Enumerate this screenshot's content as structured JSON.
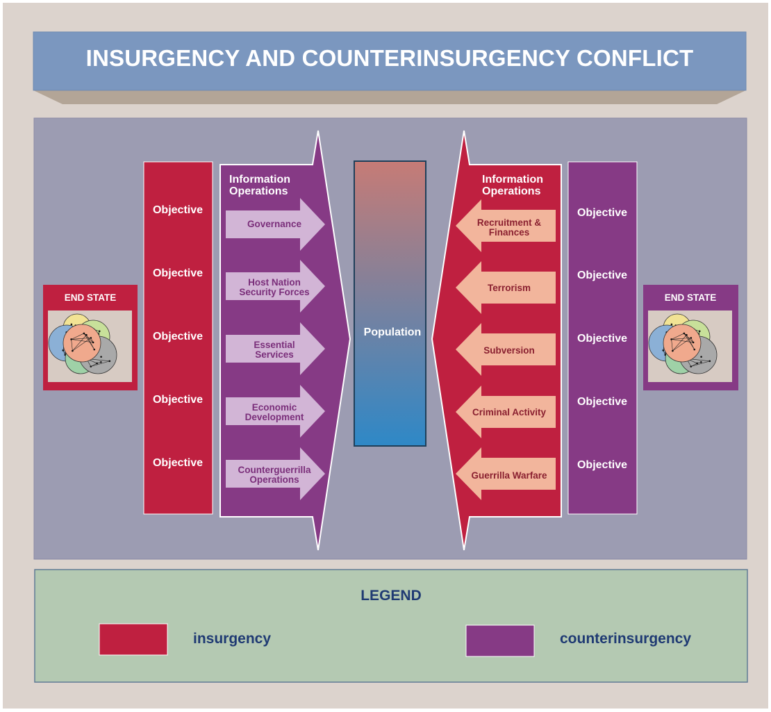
{
  "title": "INSURGENCY AND COUNTERINSURGENCY CONFLICT",
  "population_label": "Population",
  "left": {
    "end_state_label": "END STATE",
    "objectives": [
      "Objective",
      "Objective",
      "Objective",
      "Objective",
      "Objective"
    ],
    "info_ops_label": "Information\nOperations",
    "lines_of_operation": [
      "Governance",
      "Host Nation\nSecurity Forces",
      "Essential\nServices",
      "Economic\nDevelopment",
      "Counterguerrilla\nOperations"
    ]
  },
  "right": {
    "end_state_label": "END STATE",
    "objectives": [
      "Objective",
      "Objective",
      "Objective",
      "Objective",
      "Objective"
    ],
    "info_ops_label": "Information\nOperations",
    "lines_of_operation": [
      "Recruitment &\nFinances",
      "Terrorism",
      "Subversion",
      "Criminal Activity",
      "Guerrilla Warfare"
    ]
  },
  "legend": {
    "title": "LEGEND",
    "items": [
      {
        "label": "insurgency",
        "color": "#bf2040"
      },
      {
        "label": "counterinsurgency",
        "color": "#863a85"
      }
    ]
  },
  "colors": {
    "insurgency": "#bf2040",
    "counterinsurgency": "#863a85",
    "cou_arrow": "#d2b5d6",
    "ins_arrow": "#f2b59c",
    "population_top": "#c67b76",
    "population_bottom": "#2e88c7",
    "panel": "#9c9cb2",
    "legend_bg": "#b4c9b2",
    "background": "#dcd3cd",
    "title_bar": "#7b97bf",
    "title_shadow": "#b3a597"
  }
}
